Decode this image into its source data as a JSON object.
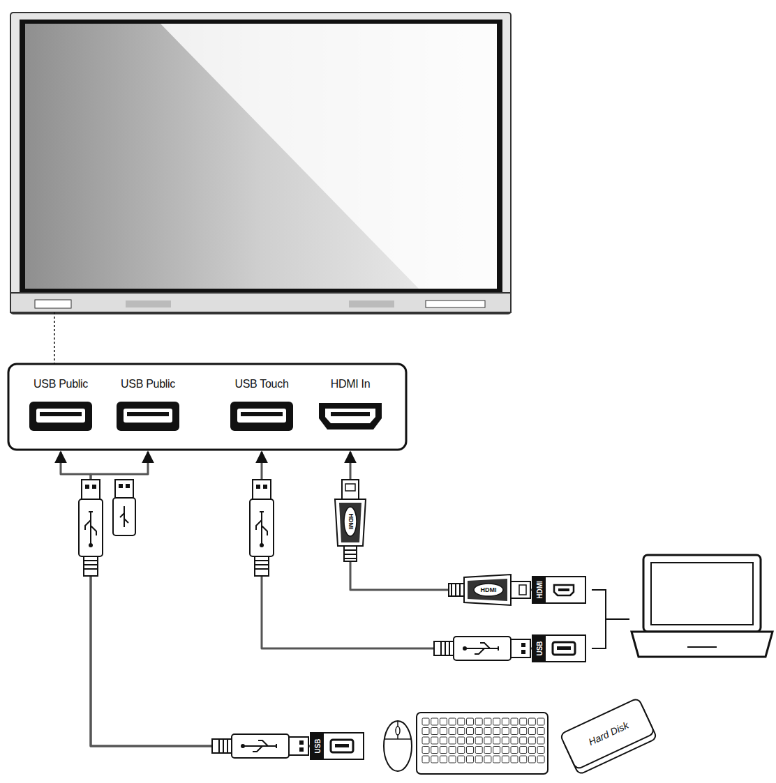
{
  "diagram": {
    "nodes": [
      {
        "text": [
          "USB Public"
        ]
      },
      {
        "text": [
          "USB Public"
        ]
      },
      {
        "text": [
          "USB Touch"
        ]
      },
      {
        "text": [
          "HDMI In"
        ]
      },
      {
        "text": [
          "HDMI"
        ]
      },
      {
        "text": [
          "USB"
        ]
      },
      {
        "text": [
          "USB"
        ]
      }
    ],
    "edges": [
      {
        "from": 4,
        "to": 3,
        "arrow": "to"
      },
      {
        "from": 5,
        "to": 2,
        "arrow": "to"
      },
      {
        "from": 6,
        "to": 0,
        "arrow": "to"
      },
      {
        "from": 6,
        "to": 1,
        "arrow": "to"
      }
    ],
    "labels": [
      "HDMI",
      "HDMI",
      "Hard Disk"
    ]
  }
}
